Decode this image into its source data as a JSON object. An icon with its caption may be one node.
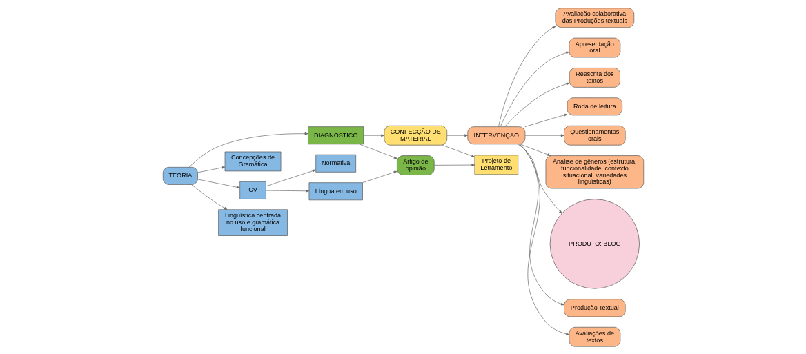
{
  "diagram": {
    "nodes": [
      {
        "text": [
          "TEORIA"
        ]
      },
      {
        "text": [
          "DIAGNÓSTICO"
        ]
      },
      {
        "text": [
          "CONFECÇÃO DE MATERIAL"
        ]
      },
      {
        "text": [
          "INTERVENÇÃO"
        ]
      },
      {
        "text": [
          "Concepções de Gramática"
        ]
      },
      {
        "text": [
          "CV"
        ]
      },
      {
        "text": [
          "Artigo de opinião"
        ]
      },
      {
        "text": [
          "Avaliação colaborativa das Produções textuais"
        ]
      },
      {
        "text": [
          "Apresentação oral"
        ]
      },
      {
        "text": [
          "Linguística centrada no uso e gramática funcional"
        ]
      },
      {
        "text": [
          "Normativa"
        ]
      },
      {
        "text": [
          "Língua em uso"
        ]
      },
      {
        "text": [
          "Projeto de Letramento"
        ]
      },
      {
        "text": [
          "Reescrita dos textos"
        ]
      },
      {
        "text": [
          "Roda de leitura"
        ]
      },
      {
        "text": [
          "Questionamentos orais"
        ]
      },
      {
        "text": [
          "Análise de gêneros (estrutura, funcionalidade, contexto situacional, variedades linguísticas)"
        ]
      },
      {
        "text": [
          "PRODUTO: BLOG"
        ]
      },
      {
        "text": [
          "Produção Textual"
        ]
      },
      {
        "text": [
          "Avaliações de textos"
        ]
      }
    ],
    "edges": [
      {
        "from": 0,
        "to": 1,
        "arrow": "to"
      },
      {
        "from": 1,
        "to": 2,
        "arrow": "to"
      },
      {
        "from": 2,
        "to": 3,
        "arrow": "to"
      },
      {
        "from": 0,
        "to": 4,
        "arrow": "to"
      },
      {
        "from": 0,
        "to": 5,
        "arrow": "to"
      },
      {
        "from": 0,
        "to": 9,
        "arrow": "to"
      },
      {
        "from": 5,
        "to": 10,
        "arrow": "to"
      },
      {
        "from": 5,
        "to": 11,
        "arrow": "to"
      },
      {
        "from": 1,
        "to": 6,
        "arrow": "to"
      },
      {
        "from": 11,
        "to": 6,
        "arrow": "to"
      },
      {
        "from": 6,
        "to": 12,
        "arrow": "to"
      },
      {
        "from": 2,
        "to": 12,
        "arrow": "to"
      },
      {
        "from": 3,
        "to": 7,
        "arrow": "to"
      },
      {
        "from": 3,
        "to": 8,
        "arrow": "to"
      },
      {
        "from": 3,
        "to": 13,
        "arrow": "to"
      },
      {
        "from": 3,
        "to": 14,
        "arrow": "to"
      },
      {
        "from": 3,
        "to": 15,
        "arrow": "to"
      },
      {
        "from": 3,
        "to": 16,
        "arrow": "to"
      },
      {
        "from": 3,
        "to": 18,
        "arrow": "to"
      },
      {
        "from": 3,
        "to": 19,
        "arrow": "to"
      },
      {
        "from": 3,
        "to": 17,
        "arrow": "to"
      }
    ]
  }
}
